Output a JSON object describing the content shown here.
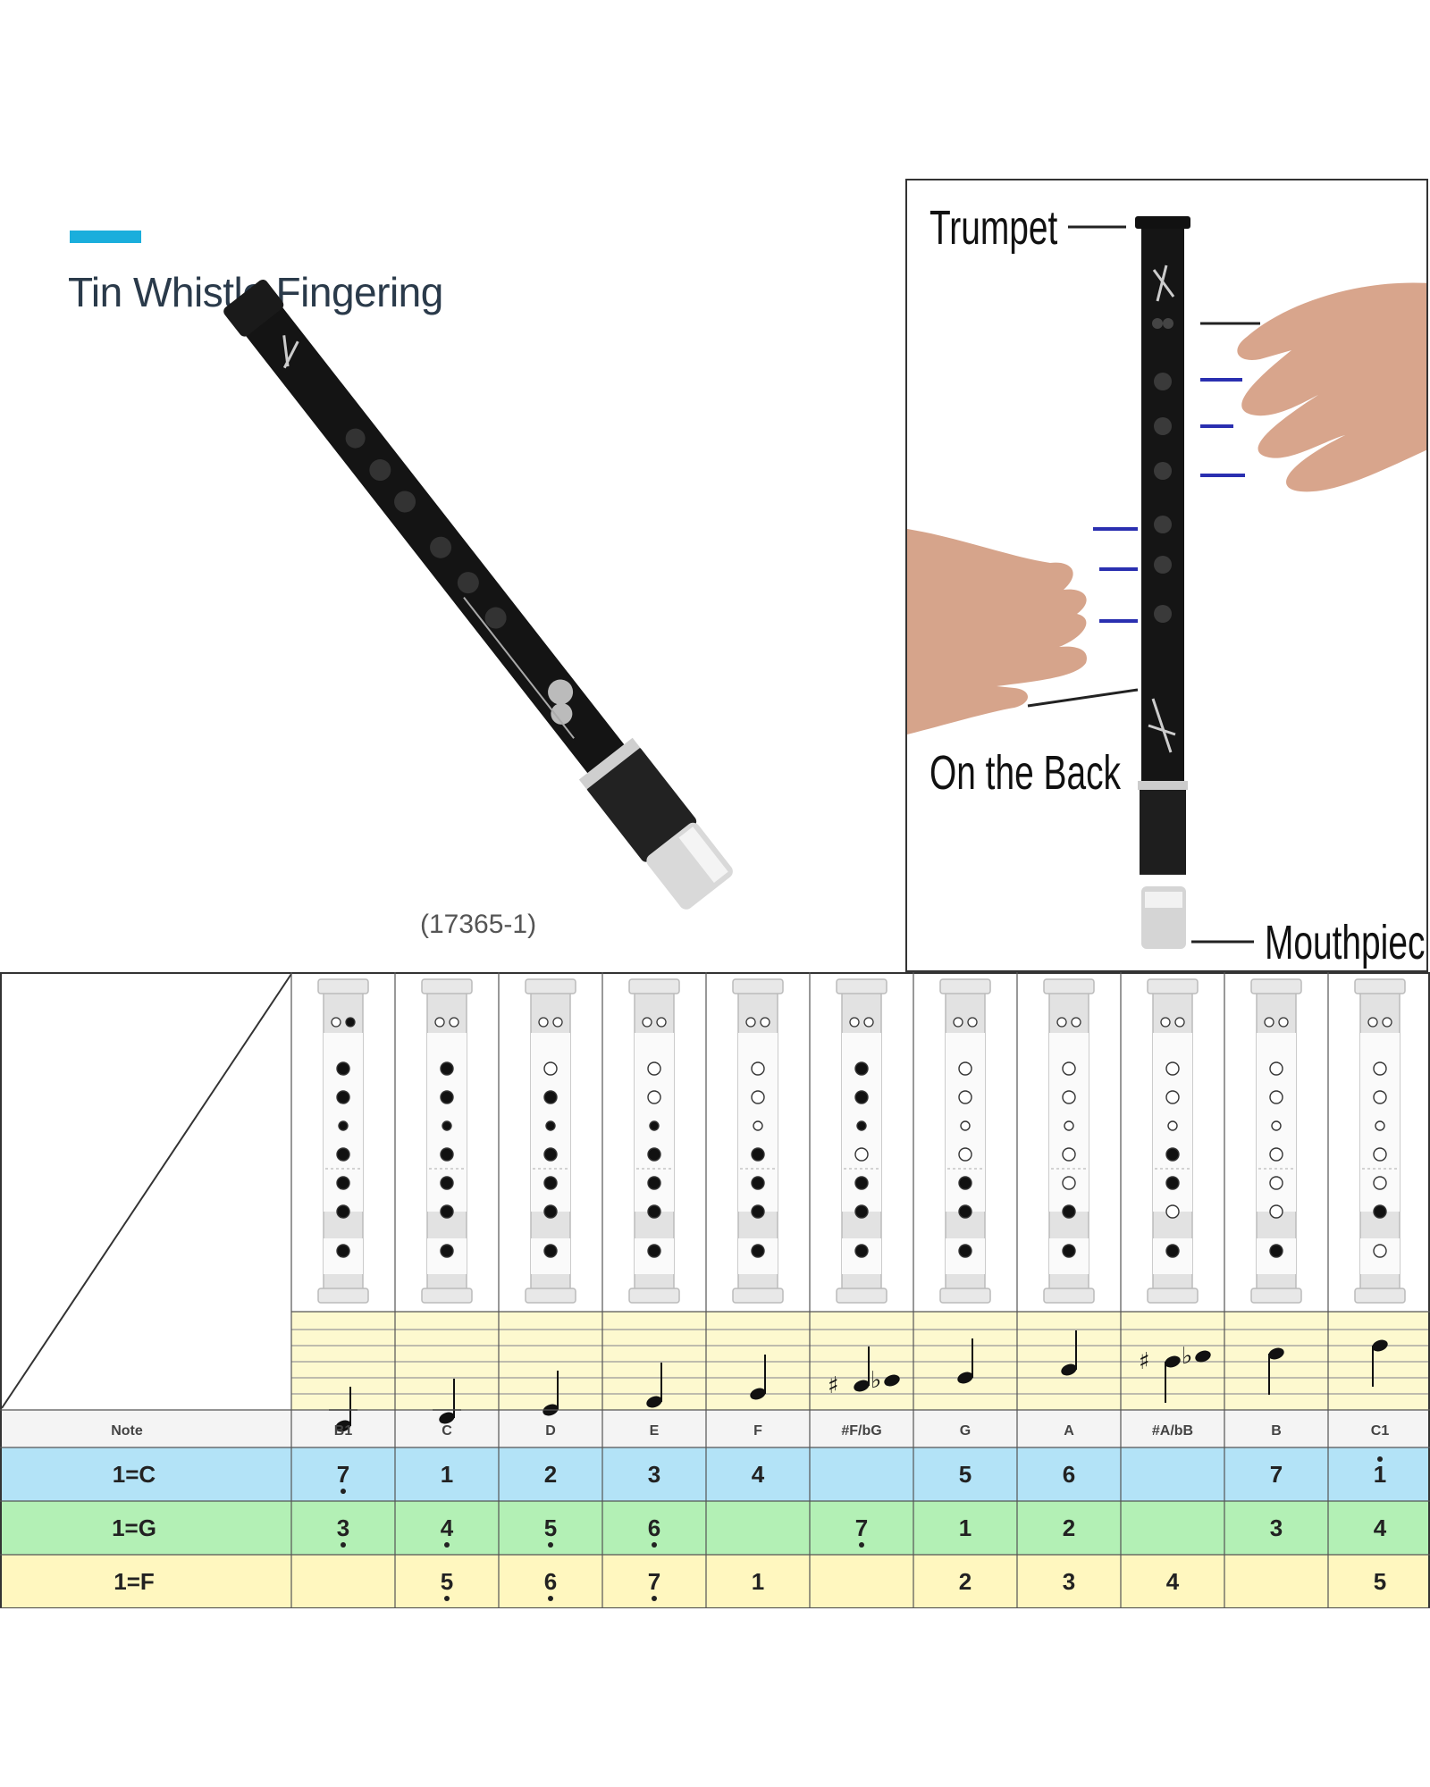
{
  "title": "Tin Whistle Fingering",
  "product_code": "(17365-1)",
  "accent_color": "#1aaedc",
  "diagram_labels": {
    "trumpet": "Trumpet",
    "on_the_back": "On the Back",
    "mouthpiece": "Mouthpiece"
  },
  "table": {
    "note_header": "Note",
    "notes": [
      "B1",
      "C",
      "D",
      "E",
      "F",
      "#F/bG",
      "G",
      "A",
      "#A/bB",
      "B",
      "C1"
    ],
    "fingerings": [
      {
        "thumb": "half",
        "holes": [
          "closed",
          "closed",
          "closed",
          "closed",
          "closed",
          "closed"
        ],
        "bottom": "closed"
      },
      {
        "thumb": "open",
        "holes": [
          "closed",
          "closed",
          "closed",
          "closed",
          "closed",
          "closed"
        ],
        "bottom": "closed"
      },
      {
        "thumb": "open",
        "holes": [
          "open",
          "closed",
          "closed",
          "closed",
          "closed",
          "closed"
        ],
        "bottom": "closed"
      },
      {
        "thumb": "open",
        "holes": [
          "open",
          "open",
          "closed",
          "closed",
          "closed",
          "closed"
        ],
        "bottom": "closed"
      },
      {
        "thumb": "open",
        "holes": [
          "open",
          "open",
          "open",
          "closed",
          "closed",
          "closed"
        ],
        "bottom": "closed"
      },
      {
        "thumb": "open",
        "holes": [
          "closed",
          "closed",
          "closed",
          "open",
          "closed",
          "closed"
        ],
        "bottom": "closed"
      },
      {
        "thumb": "open",
        "holes": [
          "open",
          "open",
          "open",
          "open",
          "closed",
          "closed"
        ],
        "bottom": "closed"
      },
      {
        "thumb": "open",
        "holes": [
          "open",
          "open",
          "open",
          "open",
          "open",
          "closed"
        ],
        "bottom": "closed"
      },
      {
        "thumb": "open",
        "holes": [
          "open",
          "open",
          "open",
          "closed",
          "closed",
          "open"
        ],
        "bottom": "closed"
      },
      {
        "thumb": "open",
        "holes": [
          "open",
          "open",
          "open",
          "open",
          "open",
          "open"
        ],
        "bottom": "closed"
      },
      {
        "thumb": "open",
        "holes": [
          "open",
          "open",
          "open",
          "open",
          "open",
          "closed"
        ],
        "bottom": "open"
      }
    ],
    "staff_steps": [
      -2,
      -1,
      0,
      1,
      2,
      3,
      4,
      5,
      6,
      7,
      8
    ],
    "staff_accidentals": [
      "",
      "",
      "",
      "",
      "",
      "sharp-flat",
      "",
      "",
      "sharp-flat",
      "",
      ""
    ],
    "rows": [
      {
        "label": "1=C",
        "color": "#b3e3f7",
        "cells": [
          {
            "n": "7",
            "dot": "below"
          },
          {
            "n": "1"
          },
          {
            "n": "2"
          },
          {
            "n": "3"
          },
          {
            "n": "4"
          },
          {
            "n": ""
          },
          {
            "n": "5"
          },
          {
            "n": "6"
          },
          {
            "n": ""
          },
          {
            "n": "7"
          },
          {
            "n": "1",
            "dot": "above"
          }
        ]
      },
      {
        "label": "1=G",
        "color": "#b3f0b5",
        "cells": [
          {
            "n": "3",
            "dot": "below"
          },
          {
            "n": "4",
            "dot": "below"
          },
          {
            "n": "5",
            "dot": "below"
          },
          {
            "n": "6",
            "dot": "below"
          },
          {
            "n": ""
          },
          {
            "n": "7",
            "dot": "below"
          },
          {
            "n": "1"
          },
          {
            "n": "2"
          },
          {
            "n": ""
          },
          {
            "n": "3"
          },
          {
            "n": "4"
          }
        ]
      },
      {
        "label": "1=F",
        "color": "#fff7bf",
        "cells": [
          {
            "n": ""
          },
          {
            "n": "5",
            "dot": "below"
          },
          {
            "n": "6",
            "dot": "below"
          },
          {
            "n": "7",
            "dot": "below"
          },
          {
            "n": "1"
          },
          {
            "n": ""
          },
          {
            "n": "2"
          },
          {
            "n": "3"
          },
          {
            "n": "4"
          },
          {
            "n": ""
          },
          {
            "n": "5"
          }
        ]
      }
    ],
    "staff_color": "#fdf9cf",
    "note_row_color": "#f4f4f4"
  }
}
